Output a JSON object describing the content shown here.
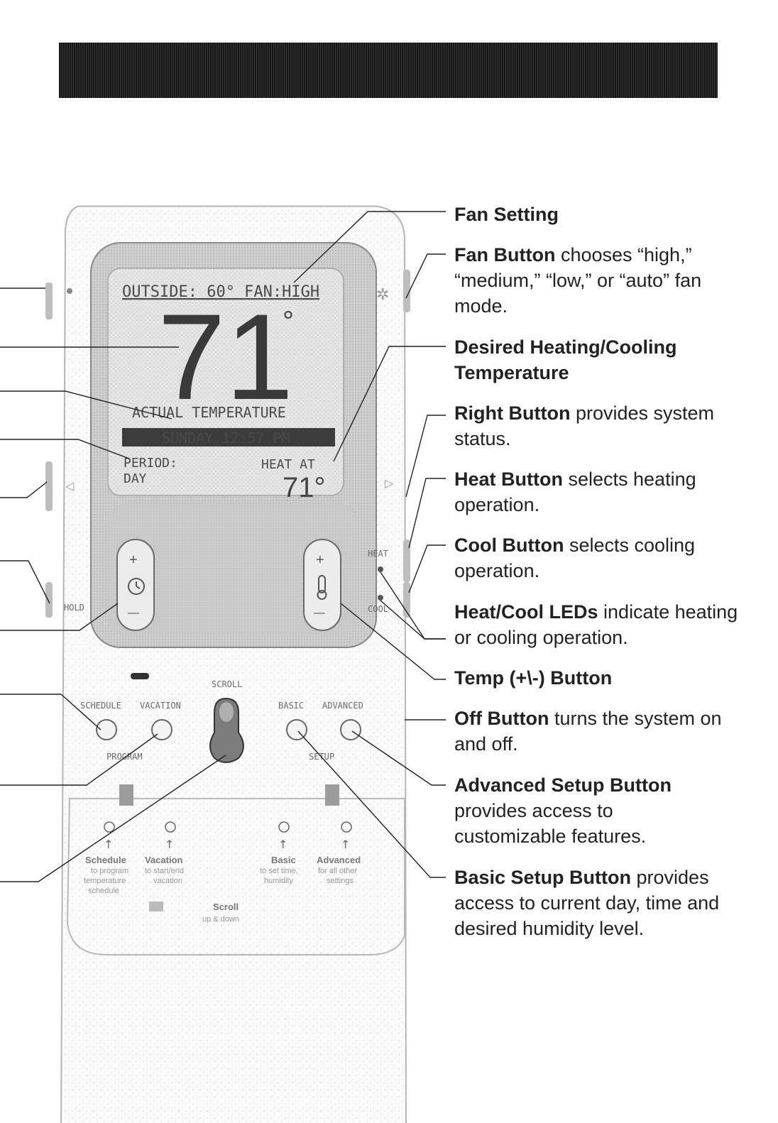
{
  "display": {
    "outside_line": "OUTSIDE: 60° FAN:HIGH",
    "big_temp": "71",
    "degree": "°",
    "actual_label": "ACTUAL TEMPERATURE",
    "day_time": "SUNDAY 12:57 PM",
    "period_label": "PERIOD:",
    "period_value": "DAY",
    "heat_at_label": "HEAT AT",
    "heat_at_value": "71°"
  },
  "device_labels": {
    "hold": "HOLD",
    "heat": "HEAT",
    "cool": "COOL",
    "scroll": "SCROLL",
    "schedule": "SCHEDULE",
    "vacation": "VACATION",
    "program": "PROGRAM",
    "basic": "BASIC",
    "advanced": "ADVANCED",
    "setup": "SETUP",
    "plus": "+",
    "minus": "—"
  },
  "bottom_panel": {
    "schedule_title": "Schedule",
    "schedule_desc_1": "to program",
    "schedule_desc_2": "temperature",
    "schedule_desc_3": "schedule",
    "vacation_title": "Vacation",
    "vacation_desc_1": "to start/end",
    "vacation_desc_2": "vacation",
    "basic_title": "Basic",
    "basic_desc_1": "to set time,",
    "basic_desc_2": "humidity",
    "advanced_title": "Advanced",
    "advanced_desc_1": "for all other",
    "advanced_desc_2": "settings",
    "scroll_title": "Scroll",
    "scroll_desc": "up & down"
  },
  "callouts": [
    {
      "bold": "Fan Setting",
      "text": ""
    },
    {
      "bold": "Fan Button",
      "text": " chooses “high,” “medium,” “low,” or “auto” fan mode."
    },
    {
      "bold": "Desired Heating/Cooling Temperature",
      "text": ""
    },
    {
      "bold": "Right Button",
      "text": " provides system status."
    },
    {
      "bold": "Heat Button",
      "text": " selects heating operation."
    },
    {
      "bold": "Cool Button",
      "text": " selects cooling operation."
    },
    {
      "bold": "Heat/Cool LEDs",
      "text": " indicate heating or cooling operation."
    },
    {
      "bold": "Temp (+\\-) Button",
      "text": ""
    },
    {
      "bold": "Off Button",
      "text": " turns the system on and off."
    },
    {
      "bold": "Advanced Setup Button",
      "text": " provides access to customizable features."
    },
    {
      "bold": "Basic Setup Button",
      "text": " provides access to current day, time and desired humidity level."
    }
  ]
}
